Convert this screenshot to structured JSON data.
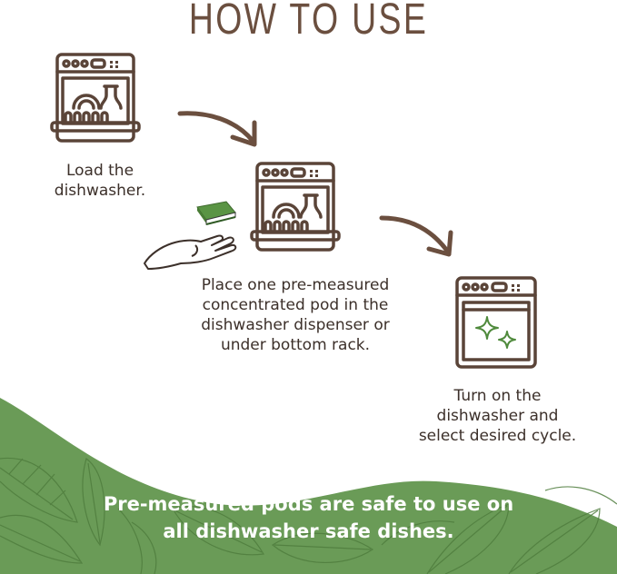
{
  "header": {
    "title": "HOW TO USE"
  },
  "steps": [
    {
      "icon": "dishwasher-loaded-icon",
      "line1": "Load the",
      "line2": "dishwasher."
    },
    {
      "icon": "dishwasher-with-pod-icon",
      "line1": "Place one pre-measured",
      "line2": "concentrated pod in the",
      "line3": "dishwasher dispenser or",
      "line4": "under bottom rack."
    },
    {
      "icon": "clean-dishwasher-icon",
      "line1": "Turn on the",
      "line2": "dishwasher and",
      "line3": "select desired cycle."
    }
  ],
  "footer": {
    "line1": "Pre-measured pods are safe to use on",
    "line2": "all dishwasher safe dishes."
  },
  "colors": {
    "brown": "#6b4f3f",
    "icon_stroke": "#5a4438",
    "text": "#3c302a",
    "green": "#6a9b57",
    "leaf_line": "#4f7d3e",
    "pod_green": "#5a9444"
  }
}
